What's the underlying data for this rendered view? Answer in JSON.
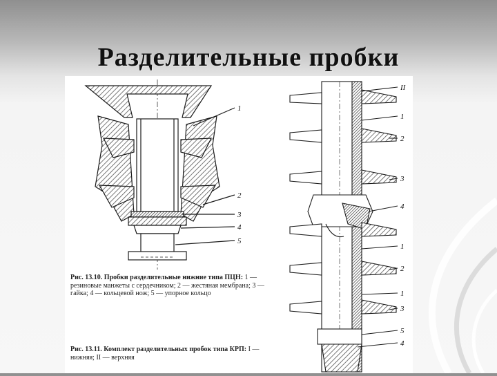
{
  "slide": {
    "title": "Разделительные пробки"
  },
  "figure_left": {
    "callouts": [
      "1",
      "2",
      "3",
      "4",
      "5"
    ],
    "caption_title": "Рис. 13.10. Пробки разделительные нижние типа ПЦН:",
    "caption_body": "1 — резиновые манжеты с сердечником; 2 — жестяная мембрана; 3 — гайка; 4 — кольцевой нож; 5 — упорное кольцо"
  },
  "figure_right": {
    "callouts": [
      "II",
      "1",
      "2",
      "3",
      "4",
      "1",
      "2",
      "1",
      "3",
      "5",
      "4"
    ],
    "caption_title": "Рис. 13.11. Комплект разделительных пробок типа КРП:",
    "caption_body": "I — нижняя; II — верхняя"
  },
  "colors": {
    "ink": "#1a1a1a",
    "hatch": "#555555",
    "background_top": "#8f8f8f",
    "background_bottom": "#f7f7f7"
  }
}
